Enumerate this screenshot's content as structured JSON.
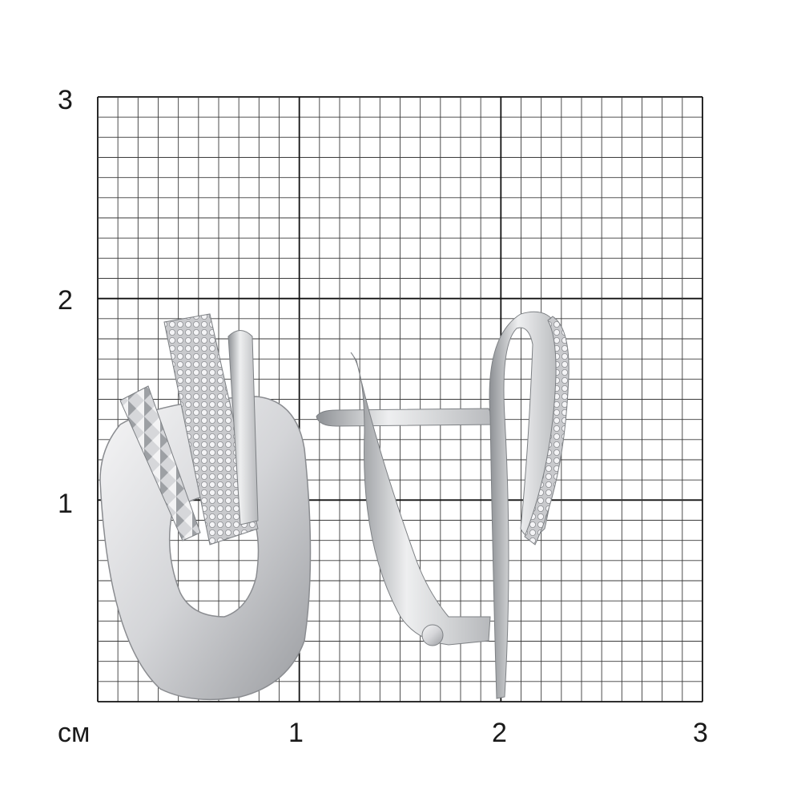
{
  "scale": {
    "unit_label": "см",
    "x_labels": [
      "1",
      "2",
      "3"
    ],
    "y_labels": [
      "3",
      "2",
      "1"
    ]
  },
  "image": {
    "subject": "earrings",
    "icons": [
      "left-earring-front-view",
      "right-earring-side-view"
    ]
  },
  "colors": {
    "grid_minor": "#3a3a3a",
    "grid_major": "#111111",
    "metal": "#d9dadc"
  }
}
